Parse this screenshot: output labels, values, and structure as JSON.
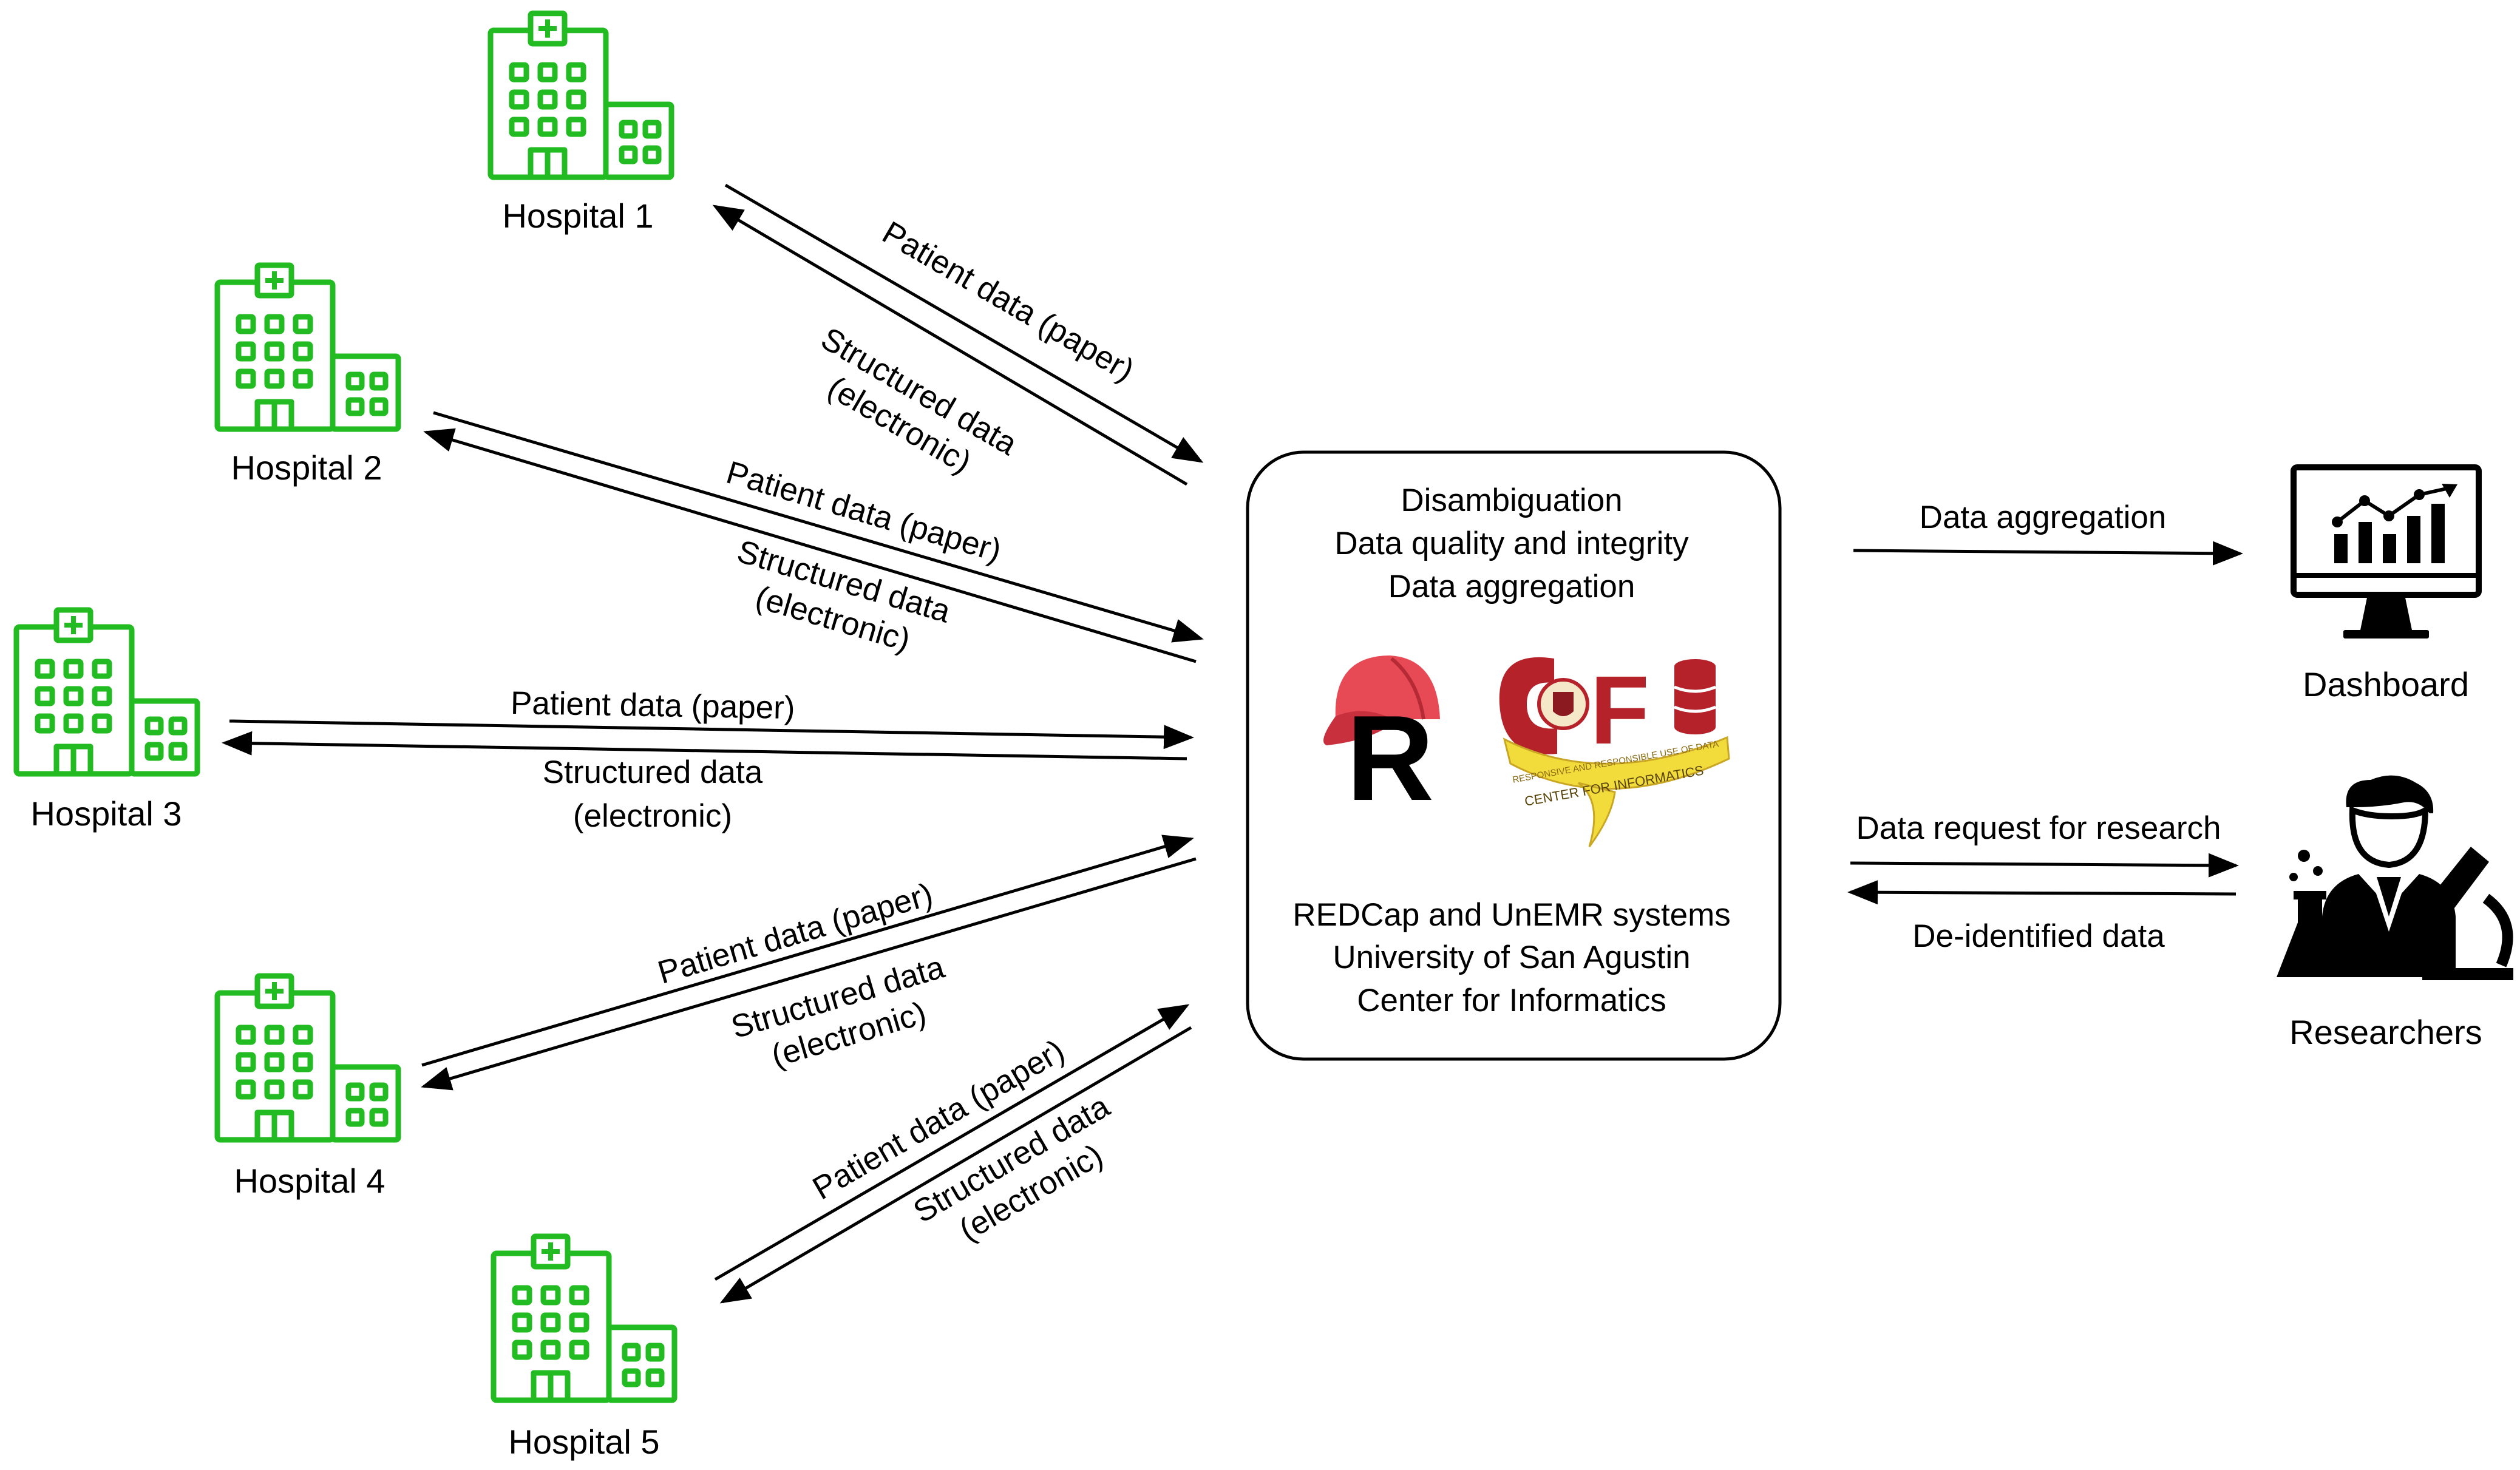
{
  "colors": {
    "hospital": "#22bb22",
    "line": "#000000",
    "cap_red": "#e84a55",
    "cfi_red": "#b5222a",
    "cfi_ribbon": "#f2dc3c"
  },
  "hospitals": [
    {
      "label": "Hospital 1"
    },
    {
      "label": "Hospital 2"
    },
    {
      "label": "Hospital 3"
    },
    {
      "label": "Hospital 4"
    },
    {
      "label": "Hospital 5"
    }
  ],
  "flows": {
    "patient_data": "Patient data (paper)",
    "structured_line1": "Structured data",
    "structured_line2": "(electronic)"
  },
  "center": {
    "line1": "Disambiguation",
    "line2": "Data quality and integrity",
    "line3": "Data aggregation",
    "line4": "REDCap and UnEMR systems",
    "line5": "University of San Agustin",
    "line6": "Center for Informatics",
    "logo_r_letter": "R",
    "logo_cfi_letters": "CF",
    "logo_cfi_ribbon_top": "RESPONSIVE AND RESPONSIBLE USE OF DATA",
    "logo_cfi_ribbon_bottom": "CENTER FOR INFORMATICS"
  },
  "right": {
    "aggregation_label": "Data aggregation",
    "dashboard_label": "Dashboard",
    "request_label": "Data request for research",
    "deidentified_label": "De-identified data",
    "researchers_label": "Researchers"
  },
  "icons": [
    "hospital-icon",
    "dashboard-icon",
    "researcher-icon",
    "redcap-logo",
    "cfi-logo"
  ]
}
